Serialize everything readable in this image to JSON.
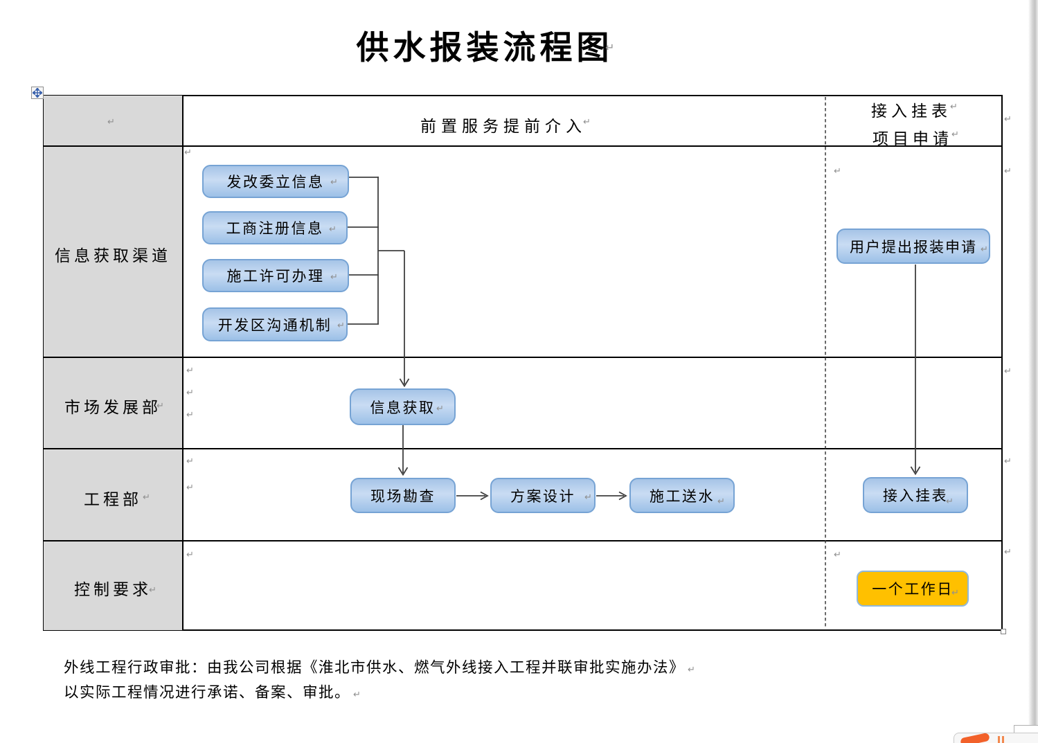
{
  "document": {
    "title": "供水报装流程图"
  },
  "table": {
    "header_middle": "前置服务提前介入",
    "header_right_line1": "接入挂表",
    "header_right_line2": "项目申请",
    "row_labels": [
      "信息获取渠道",
      "市场发展部",
      "工程部",
      "控制要求"
    ]
  },
  "nodes": {
    "ndrc": "发改委立信息",
    "business_reg": "工商注册信息",
    "construction_permit": "施工许可办理",
    "dev_zone": "开发区沟通机制",
    "info_collect": "信息获取",
    "site_survey": "现场勘查",
    "scheme_design": "方案设计",
    "construction_water": "施工送水",
    "meter_connect": "接入挂表",
    "user_apply": "用户提出报装申请",
    "one_workday": "一个工作日"
  },
  "note": {
    "line1": "外线工程行政审批：由我公司根据《淮北市供水、燃气外线接入工程并联审批实施办法》",
    "line2": "以实际工程情况进行承诺、备案、审批。"
  },
  "marks": {
    "char": "↵"
  },
  "colors": {
    "node_fill": "#9cc0e7",
    "node_border": "#76a3d4",
    "highlight_fill": "#ffc000",
    "label_cell_bg": "#d9d9d9"
  }
}
